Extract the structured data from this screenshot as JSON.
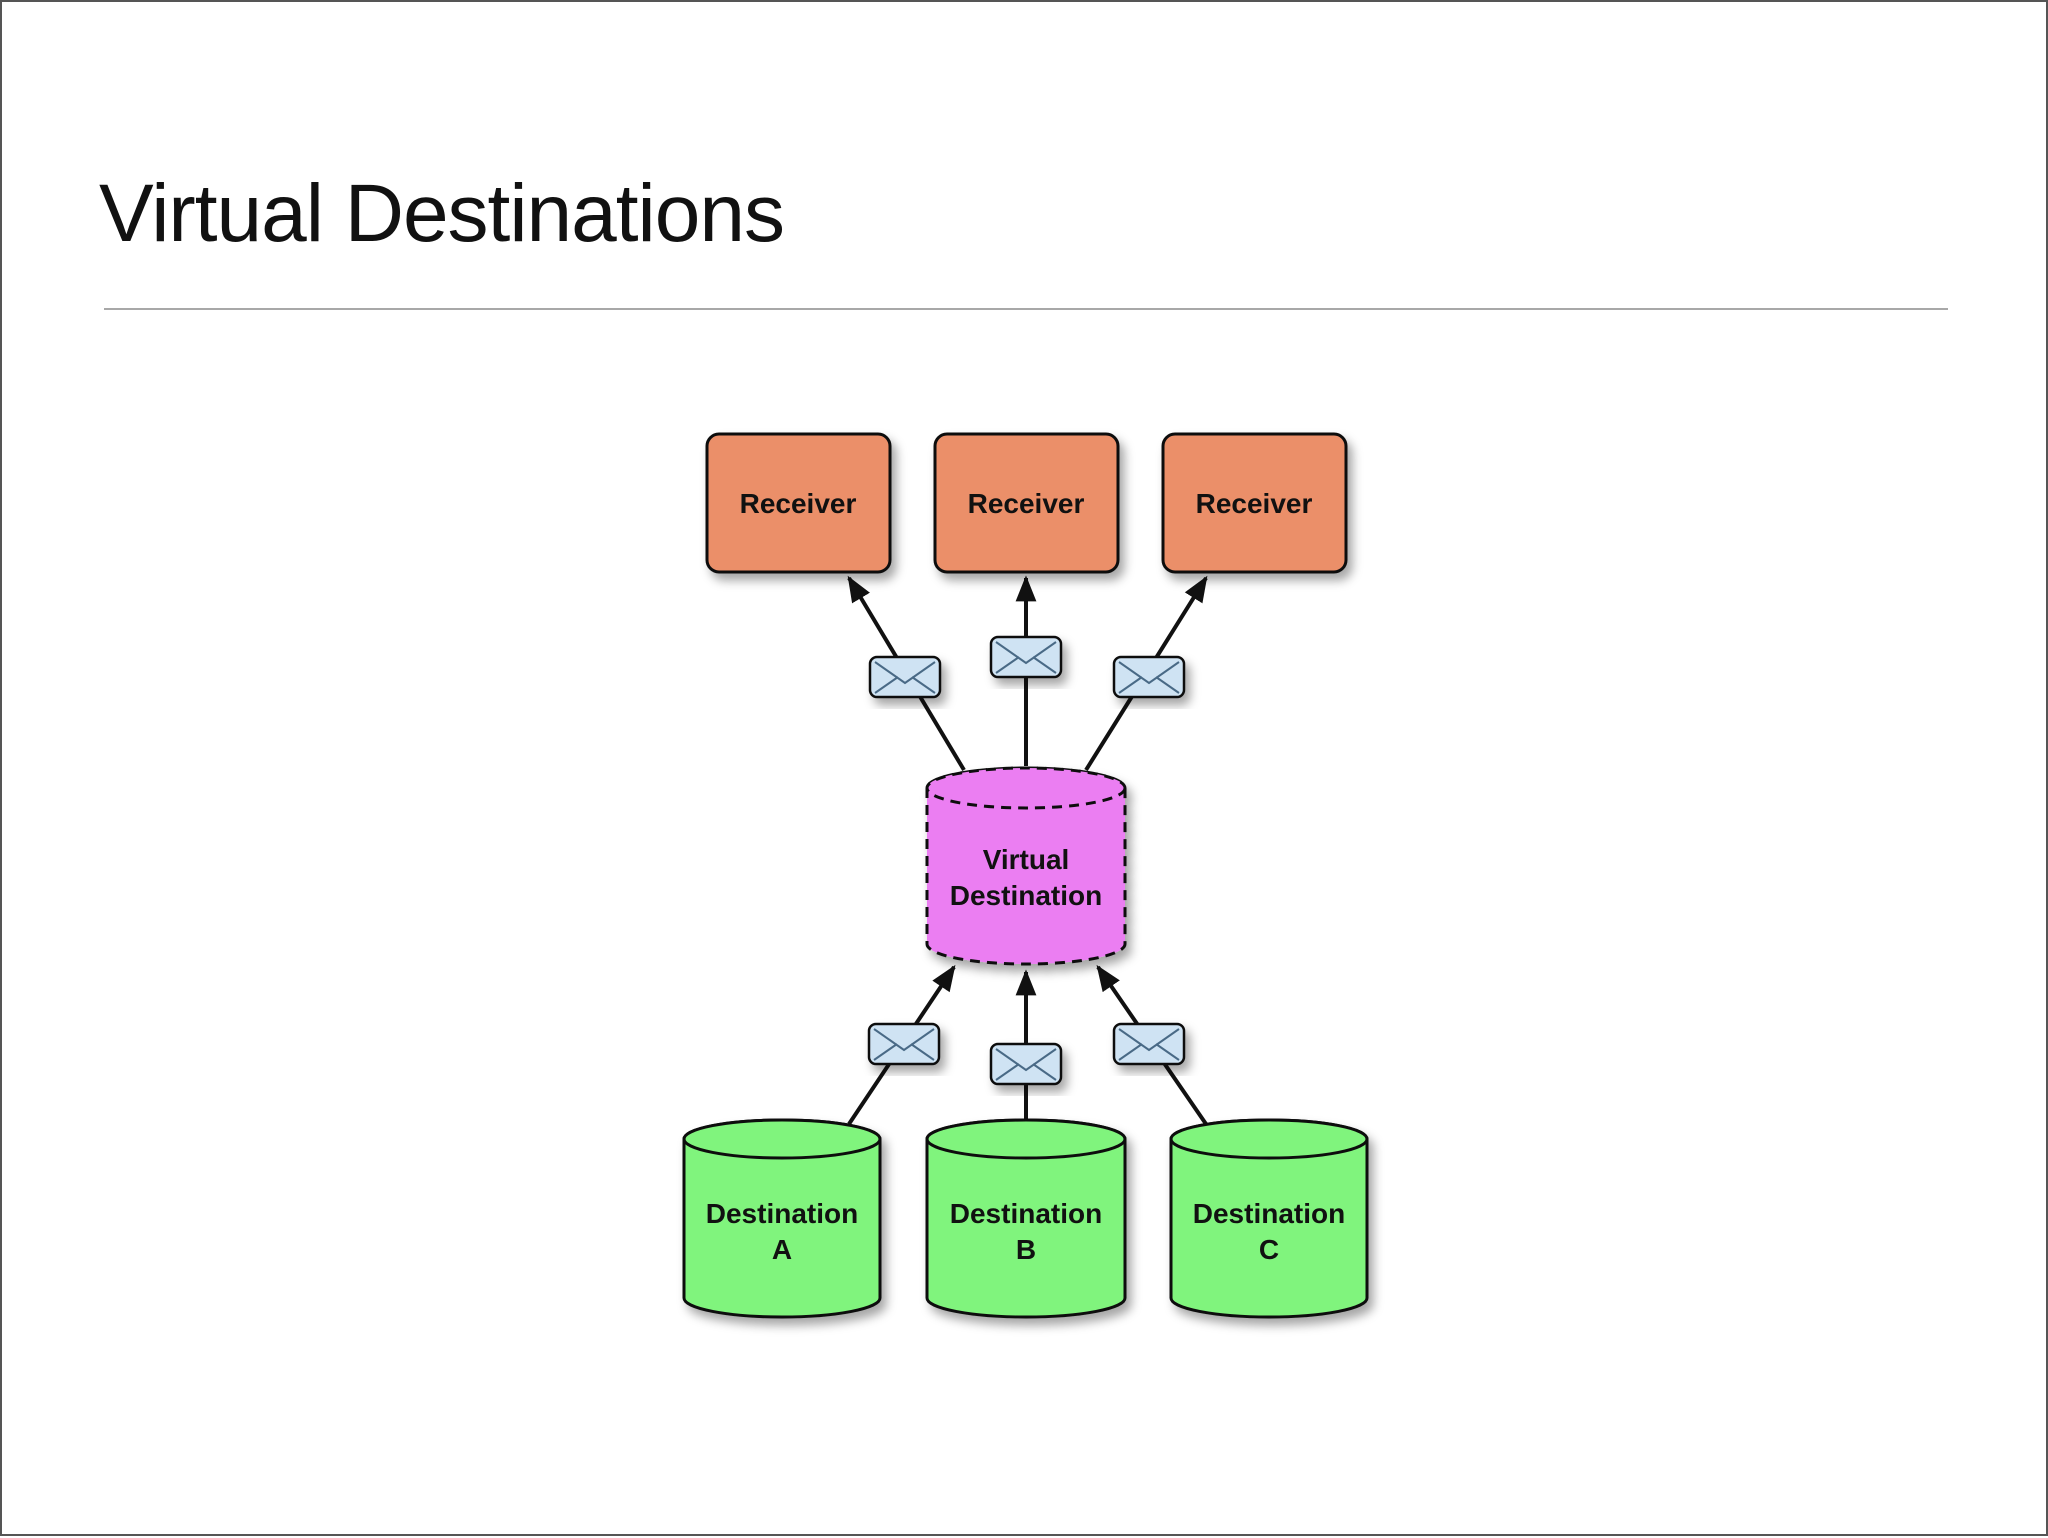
{
  "slide": {
    "title": "Virtual Destinations"
  },
  "diagram": {
    "receivers": [
      {
        "label": "Receiver"
      },
      {
        "label": "Receiver"
      },
      {
        "label": "Receiver"
      }
    ],
    "virtual_destination": {
      "lines": [
        "Virtual",
        "Destination"
      ]
    },
    "destinations": [
      {
        "lines": [
          "Destination",
          "A"
        ]
      },
      {
        "lines": [
          "Destination",
          "B"
        ]
      },
      {
        "lines": [
          "Destination",
          "C"
        ]
      }
    ],
    "message_icon": "envelope-icon",
    "colors": {
      "receiver_fill": "#EB8F69",
      "virtual_fill": "#EB7EF2",
      "destination_fill": "#80F47D",
      "envelope_fill": "#CFE3F3",
      "stroke": "#111111"
    }
  }
}
